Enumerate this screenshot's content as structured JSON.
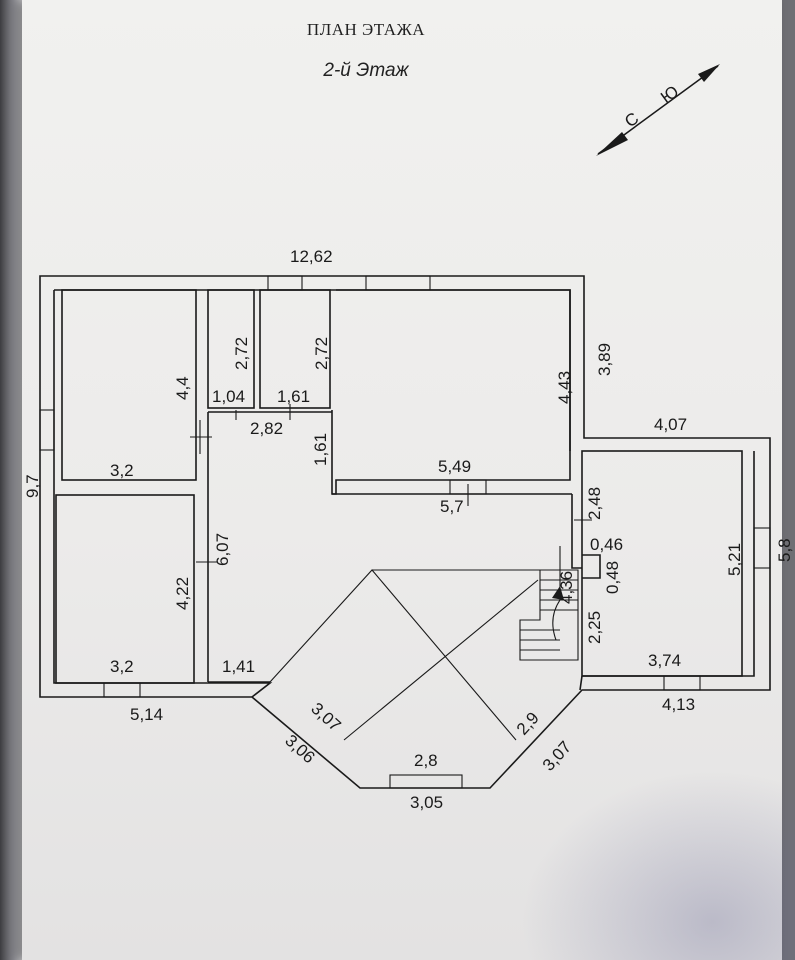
{
  "plan": {
    "title": "ПЛАН ЭТАЖА",
    "subtitle": "2-й Этаж",
    "compass": {
      "north_letter": "С",
      "south_letter": "Ю"
    }
  },
  "dimensions": {
    "top_width": "12,62",
    "left_height": "9,7",
    "room_a_height": "4,4",
    "room_a_width": "3,2",
    "closet1_height": "2,72",
    "closet2_height": "2,72",
    "closet1_width": "1,04",
    "closet2_width": "1,61",
    "hall_top_width": "2,82",
    "hall_side": "1,61",
    "room_c_height": "4,43",
    "room_c_width": "5,49",
    "right_upper": "3,89",
    "right_step": "4,07",
    "hall_width": "5,7",
    "door_side": "2,48",
    "nook_width": "0,46",
    "nook_height": "0,48",
    "stair_height": "4,36",
    "stair_side": "2,25",
    "room_d_height": "5,21",
    "room_d_width": "3,74",
    "right_height": "5,8",
    "bottom_right": "4,13",
    "room_b_height": "4,22",
    "room_b_width": "3,2",
    "hall_left": "6,07",
    "bottom_left": "5,14",
    "hall_bottom": "1,41",
    "bay_left_inner": "3,07",
    "bay_left_outer": "3,06",
    "bay_front_inner": "2,8",
    "bay_front_outer": "3,05",
    "bay_right_inner": "2,9",
    "bay_right_outer": "3,07"
  }
}
